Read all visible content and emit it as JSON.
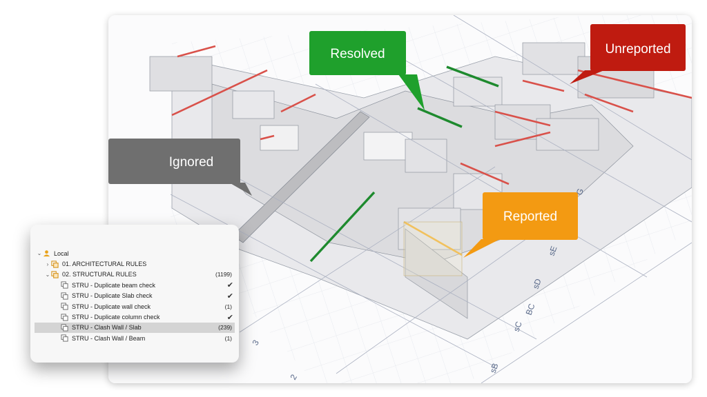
{
  "callouts": {
    "resolved": {
      "label": "Resolved",
      "color": "#1fa02c"
    },
    "unreported": {
      "label": "Unreported",
      "color": "#bf1b10"
    },
    "ignored": {
      "label": "Ignored",
      "color": "#6f6f6f"
    },
    "reported": {
      "label": "Reported",
      "color": "#f39a12"
    }
  },
  "axis_labels": [
    "sB",
    "sC",
    "BC",
    "sD",
    "sE",
    "G",
    "2",
    "3"
  ],
  "tree": {
    "root": {
      "label": "Local",
      "icon": "user-icon"
    },
    "groups": [
      {
        "label": "01. ARCHITECTURAL RULES",
        "icon": "rule-set-icon",
        "expanded": false
      },
      {
        "label": "02. STRUCTURAL RULES",
        "icon": "rule-set-icon",
        "expanded": true,
        "count": "(1199)"
      }
    ],
    "rules": [
      {
        "label": "STRU - Duplicate beam check",
        "icon": "rule-icon",
        "status": "check-icon"
      },
      {
        "label": "STRU - Duplicate Slab check",
        "icon": "rule-icon",
        "status": "check-icon"
      },
      {
        "label": "STRU - Duplicate wall check",
        "icon": "rule-icon",
        "count": "(1)"
      },
      {
        "label": "STRU - Duplicate column check",
        "icon": "rule-icon",
        "status": "check-icon"
      },
      {
        "label": "STRU - Clash Wall / Slab",
        "icon": "rule-icon",
        "count": "(239)",
        "selected": true
      },
      {
        "label": "STRU - Clash Wall / Beam",
        "icon": "rule-icon",
        "count": "(1)"
      }
    ]
  }
}
